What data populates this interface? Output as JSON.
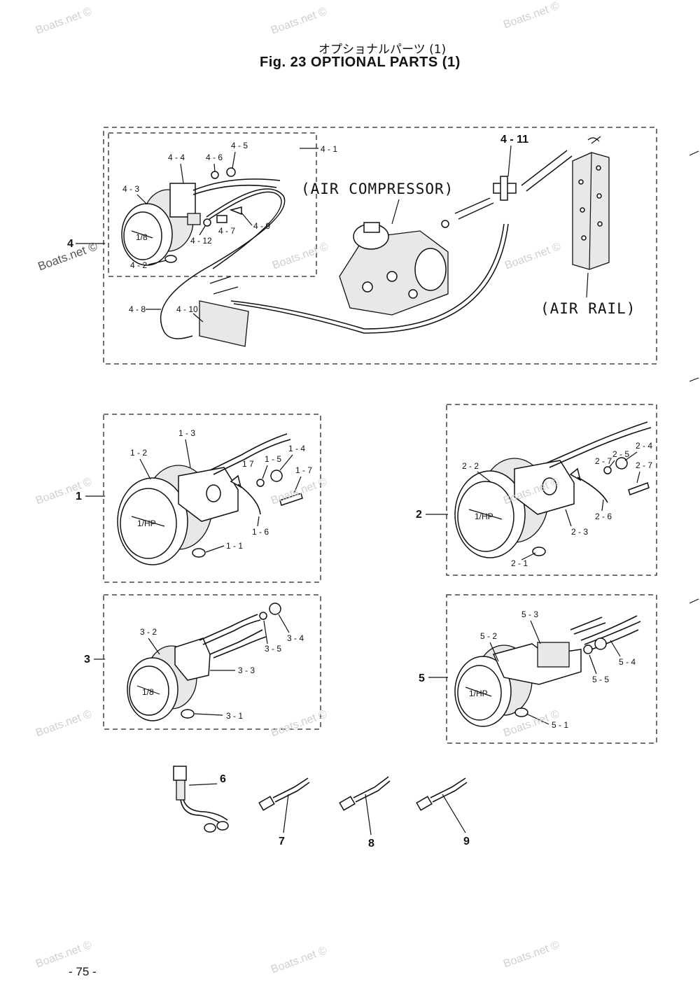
{
  "header": {
    "title_jp": "オプショナルパーツ (1)",
    "title_en": "Fig. 23   OPTIONAL PARTS (1)"
  },
  "footer": {
    "page_number": "- 75 -"
  },
  "watermark": {
    "text": "Boats.net ©"
  },
  "annotations": {
    "air_compressor": "(AIR COMPRESSOR)",
    "air_rail": "(AIR RAIL)"
  },
  "callouts": {
    "g4": {
      "main": "4",
      "c1": "4 - 1",
      "c2": "4 - 2",
      "c3": "4 - 3",
      "c4": "4 - 4",
      "c5": "4 - 5",
      "c6": "4 - 6",
      "c7": "4 - 7",
      "c8": "4 - 8",
      "c9": "4 - 9",
      "c10": "4 - 10",
      "c11": "4 - 11",
      "c12": "4 - 12"
    },
    "g1": {
      "main": "1",
      "c1": "1 - 1",
      "c2": "1 - 2",
      "c3": "1 - 3",
      "c4": "1 - 4",
      "c5": "1 - 5",
      "c6": "1 - 6",
      "c7a": "1 7",
      "c7b": "1 - 7"
    },
    "g2": {
      "main": "2",
      "c1": "2 - 1",
      "c2": "2 - 2",
      "c3": "2 - 3",
      "c4": "2 - 4",
      "c5": "2 - 5",
      "c6": "2 - 6",
      "c7a": "2 - 7",
      "c7b": "2 - 7"
    },
    "g3": {
      "main": "3",
      "c1": "3 - 1",
      "c2": "3 - 2",
      "c3": "3 - 3",
      "c4": "3 - 4",
      "c5": "3 - 5"
    },
    "g5": {
      "main": "5",
      "c1": "5 - 1",
      "c2": "5 - 2",
      "c3": "5 - 3",
      "c4": "5 - 4",
      "c5": "5 - 5"
    },
    "loose": {
      "p6": "6",
      "p7": "7",
      "p8": "8",
      "p9": "9"
    }
  },
  "gauge_face_marks": {
    "g4": "1/8",
    "g1": "1/HP",
    "g2": "1/HP",
    "g3": "1/8",
    "g5": "1/HP"
  }
}
